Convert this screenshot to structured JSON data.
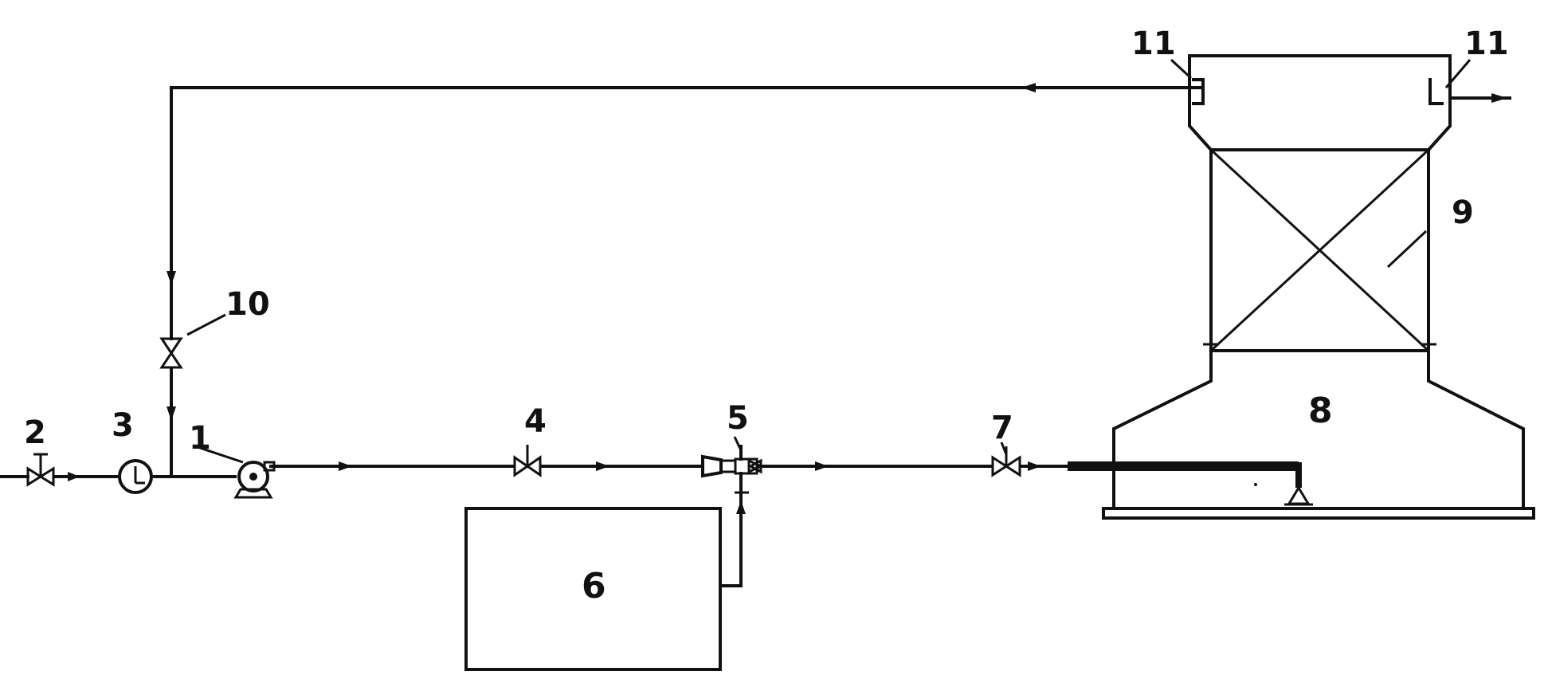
{
  "labels": {
    "pump": "1",
    "inlet_valve": "2",
    "flowmeter": "3",
    "valve_4": "4",
    "ejector": "5",
    "tank": "6",
    "valve_7": "7",
    "reactor_bottom": "8",
    "packing": "9",
    "recycle_valve": "10",
    "overflow_left": "11",
    "overflow_right": "11"
  },
  "colors": {
    "line": "#111111",
    "background": "#ffffff"
  }
}
